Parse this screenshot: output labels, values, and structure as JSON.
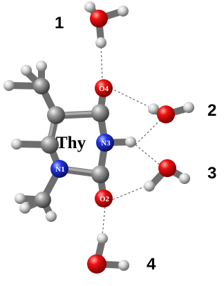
{
  "molecule_label": "Thy",
  "atom_labels": {
    "o4": "O4",
    "n3": "N3",
    "n1": "N1",
    "o2": "O2"
  },
  "water_numbers": [
    "1",
    "2",
    "3",
    "4"
  ],
  "colors": {
    "oxygen": "#e00000",
    "nitrogen": "#1a2fd8",
    "carbon": "#8c8c8c",
    "hydrogen": "#d8d8d8",
    "text": "#000000"
  }
}
